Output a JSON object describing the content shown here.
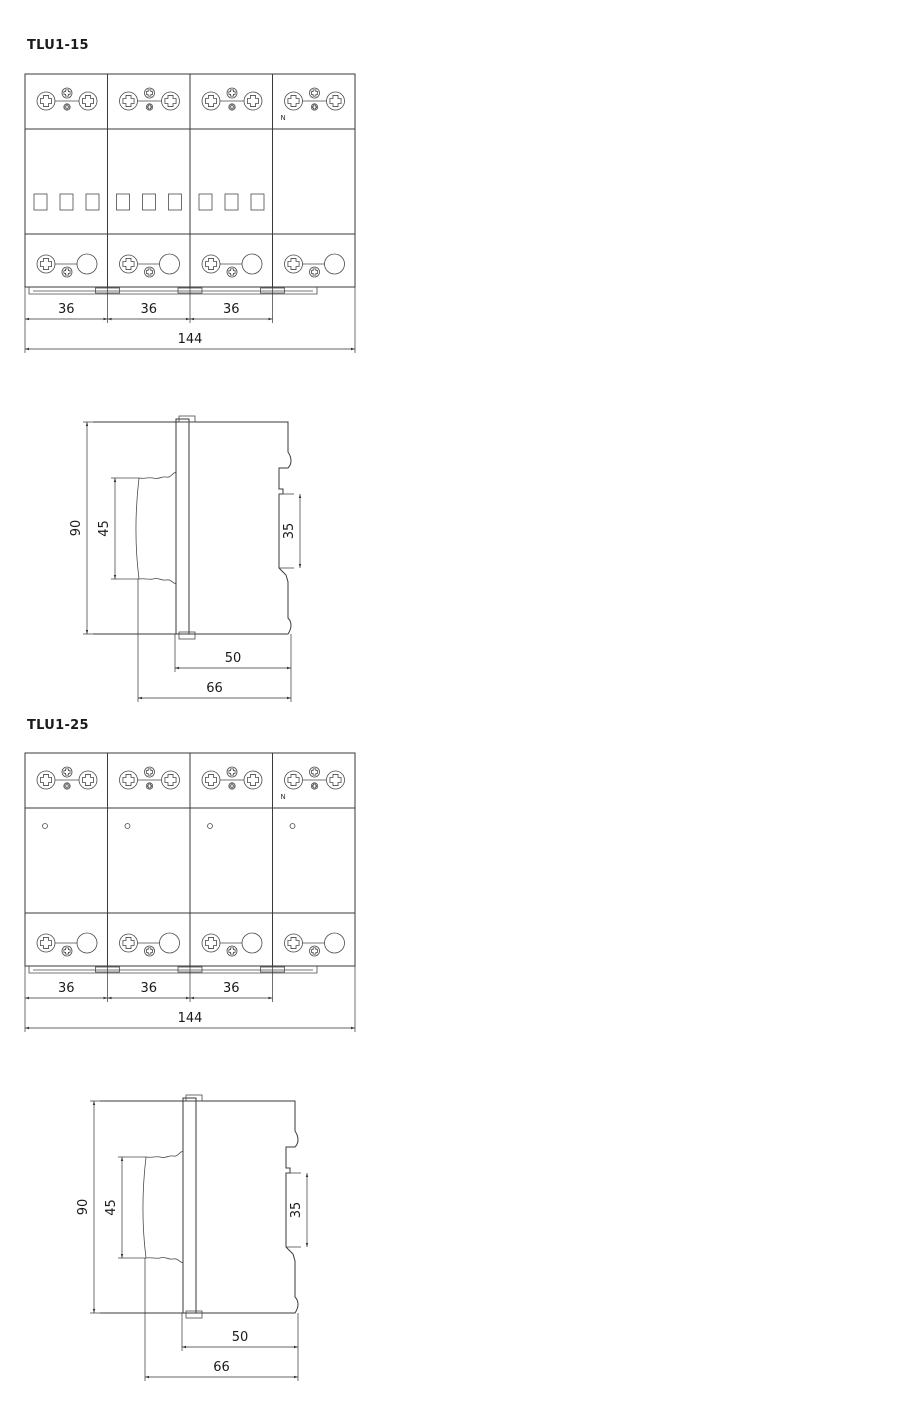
{
  "sections": [
    {
      "title": "TLU1-15",
      "front": {
        "pole_widths": [
          "36",
          "36",
          "36"
        ],
        "total_width": "144",
        "neutral_label": "N",
        "indicator": "squares"
      },
      "side": {
        "height": "90",
        "mount_height": "45",
        "rail_width": "35",
        "depth_inner": "50",
        "depth_total": "66"
      }
    },
    {
      "title": "TLU1-25",
      "front": {
        "pole_widths": [
          "36",
          "36",
          "36"
        ],
        "total_width": "144",
        "neutral_label": "N",
        "indicator": "dots"
      },
      "side": {
        "height": "90",
        "mount_height": "45",
        "rail_width": "35",
        "depth_inner": "50",
        "depth_total": "66"
      }
    }
  ]
}
